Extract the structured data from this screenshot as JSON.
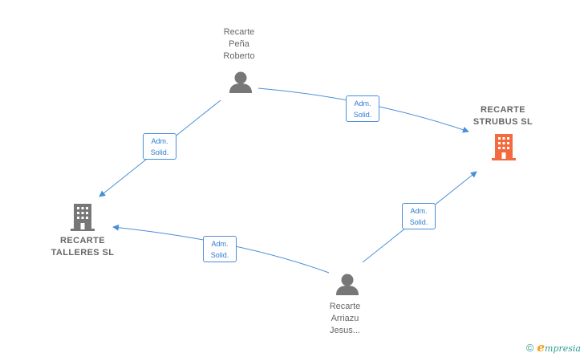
{
  "colors": {
    "edge": "#4a8fd9",
    "person_icon": "#777777",
    "company_icon": "#777777",
    "main_company_icon": "#f26a3d",
    "label_text": "#666666",
    "brand": "#2e9c92",
    "brand_accent": "#f39c12"
  },
  "nodes": {
    "person_top": {
      "name": "Recarte\nPeña\nRoberto",
      "type": "person"
    },
    "person_bottom": {
      "name": "Recarte\nArriazu\nJesus...",
      "type": "person"
    },
    "company_left": {
      "name": "RECARTE\nTALLERES  SL",
      "type": "company"
    },
    "company_right": {
      "name": "RECARTE\nSTRUBUS  SL",
      "type": "company-main"
    }
  },
  "edges": [
    {
      "from": "person_top",
      "to": "company_right",
      "label_line1": "Adm.",
      "label_line2": "Solid."
    },
    {
      "from": "person_top",
      "to": "company_left",
      "label_line1": "Adm.",
      "label_line2": "Solid."
    },
    {
      "from": "person_bottom",
      "to": "company_left",
      "label_line1": "Adm.",
      "label_line2": "Solid."
    },
    {
      "from": "person_bottom",
      "to": "company_right",
      "label_line1": "Adm.",
      "label_line2": "Solid."
    }
  ],
  "brand": {
    "copyright": "©",
    "initial": "e",
    "name": "mpresia"
  }
}
